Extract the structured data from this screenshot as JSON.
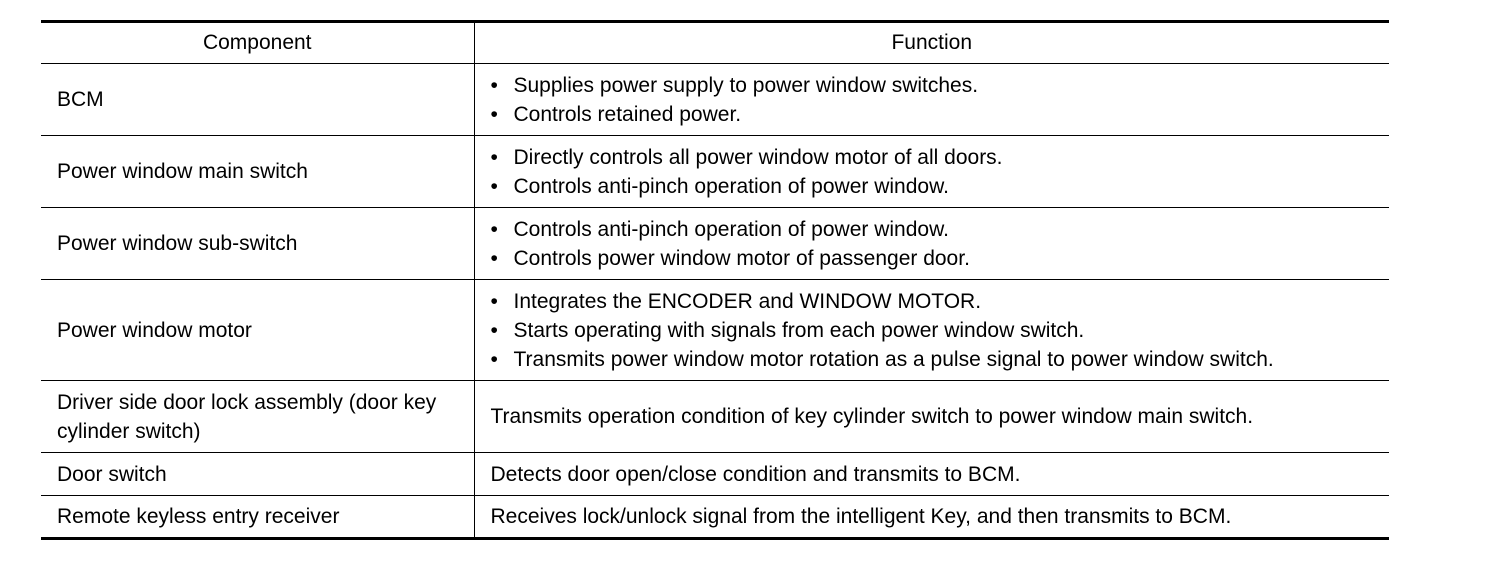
{
  "header": {
    "component": "Component",
    "function": "Function"
  },
  "rows": [
    {
      "component": "BCM",
      "functions": [
        "Supplies power supply to power window switches.",
        "Controls retained power."
      ]
    },
    {
      "component": "Power window main switch",
      "functions": [
        "Directly controls all power window motor of all doors.",
        "Controls anti-pinch operation of power window."
      ]
    },
    {
      "component": "Power window sub-switch",
      "functions": [
        "Controls anti-pinch operation of power window.",
        "Controls power window motor of passenger door."
      ]
    },
    {
      "component": "Power window motor",
      "functions": [
        "Integrates the ENCODER and WINDOW MOTOR.",
        "Starts operating with signals from each power window switch.",
        "Transmits power window motor rotation as a pulse signal to power window switch."
      ]
    },
    {
      "component": "Driver side door lock assembly (door key cylinder switch)",
      "function_text": "Transmits operation condition of key cylinder switch to power window main switch."
    },
    {
      "component": "Door switch",
      "function_text": "Detects door open/close condition and transmits to BCM."
    },
    {
      "component": "Remote keyless entry receiver",
      "function_text": "Receives lock/unlock signal from the intelligent Key, and then transmits to BCM."
    }
  ]
}
